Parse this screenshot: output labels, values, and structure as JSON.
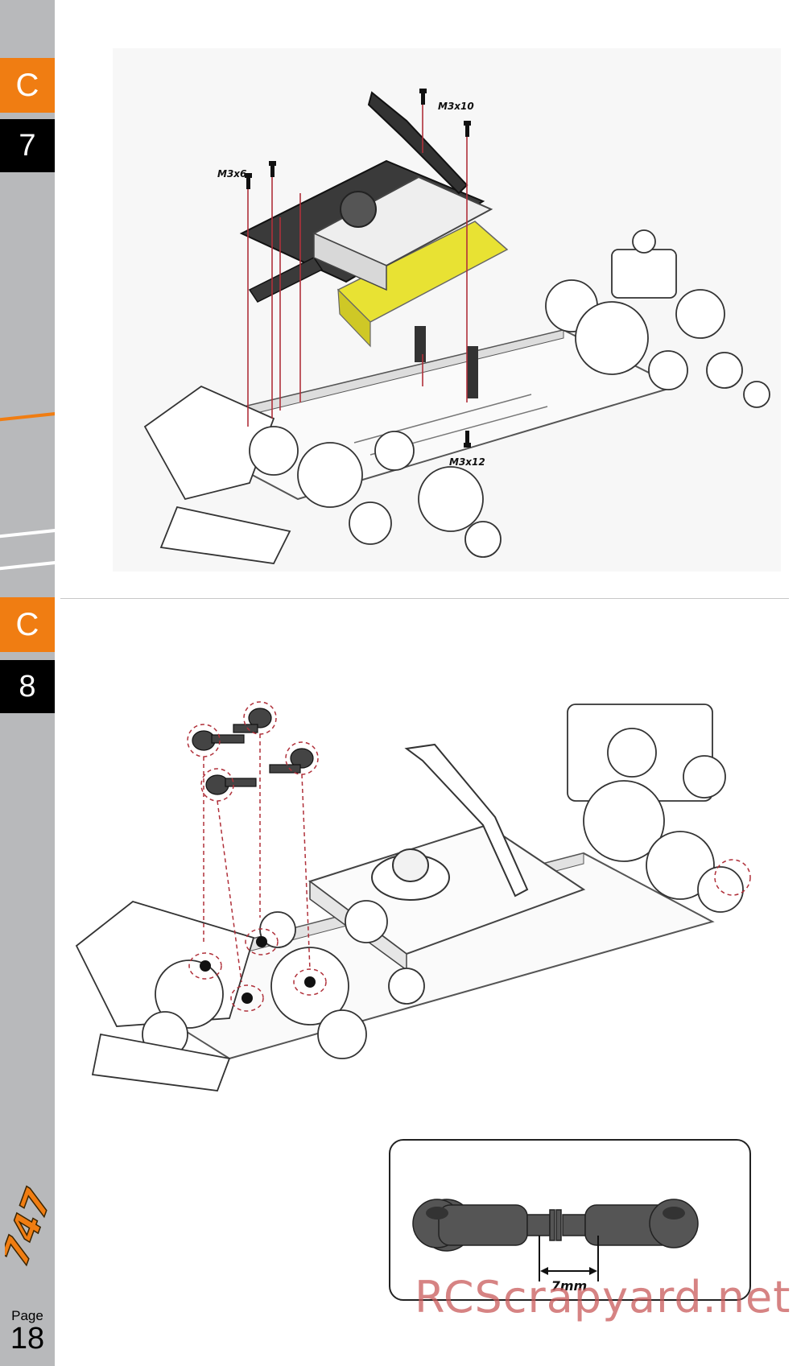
{
  "steps": [
    {
      "letter": "C",
      "number": "7",
      "labels": {
        "screws_top": "M3x10",
        "screws_left": "M3x6",
        "screws_bottom": "M3x12"
      }
    },
    {
      "letter": "C",
      "number": "8",
      "inset": {
        "measurement": "7mm"
      }
    }
  ],
  "brand_logo": "747",
  "page": {
    "label": "Page",
    "number": "18"
  },
  "watermark": "RCScrapyard.net",
  "colors": {
    "accent": "#f07d12",
    "tab_number_bg": "#000000",
    "sidebar": "#b8b9bb",
    "servo_case": "#e8e233"
  }
}
